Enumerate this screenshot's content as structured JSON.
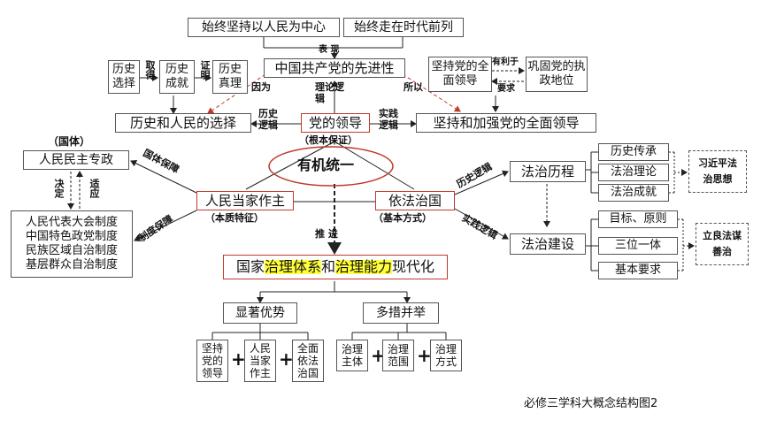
{
  "top": {
    "box1": "始终坚持以人民为中心",
    "box2": "始终走在时代前列",
    "biaoxian": "表  现",
    "advanced": "中国共产党的先进性"
  },
  "left_top": {
    "choice": "历史选择",
    "achieve": "历史成就",
    "truth": "历史真理",
    "qude": "取得",
    "zhengming": "证明",
    "yinwei": "因为",
    "history_choice": "历史和人民的选择",
    "lishi_luoji": "历史逻辑"
  },
  "right_top": {
    "leadership": "坚持党的全面领导",
    "consolidate": "巩固党的执政地位",
    "youliyu": "有利于",
    "yaoqiu": "要求",
    "suoyi": "所以",
    "uphold": "坚持和加强党的全面领导",
    "shijian_luoji": "实践逻辑"
  },
  "center": {
    "party": "党的领导",
    "party_note": "（根本保证）",
    "lilun_luoji": "理论逻辑",
    "organic": "有机统一",
    "people": "人民当家作主",
    "people_note": "（本质特征）",
    "rule": "依法治国",
    "rule_note": "（基本方式）",
    "tuijin": "推  进",
    "modern_pre": "国家",
    "modern_hl1": "治理体系",
    "modern_mid": "和",
    "modern_hl2": "治理能力",
    "modern_post": "现代化"
  },
  "left_mid": {
    "guoti": "（国体）",
    "dictatorship": "人民民主专政",
    "guoti_baozhang": "国体保障",
    "jueding": "决定",
    "shiying": "适应",
    "zhidu_baozhang": "制度保障",
    "systems": [
      "人民代表大会制度",
      "中国特色政党制度",
      "民族区域自治制度",
      "基层群众自治制度"
    ]
  },
  "right_mid": {
    "process": "法治历程",
    "items1": [
      "历史传承",
      "法治理论",
      "法治成就"
    ],
    "xi": "习近平法治思想",
    "lishi_luoji": "历史逻辑",
    "shijian_luoji": "实践逻辑",
    "build": "法治建设",
    "items2": [
      "目标、原则",
      "三位一体",
      "基本要求"
    ],
    "lifa": "立良法谋善治"
  },
  "bottom": {
    "advantage": "显著优势",
    "measures": "多措并举",
    "adv_items": [
      "坚持党的领导",
      "人民当家作主",
      "全面依法治国"
    ],
    "meas_items": [
      "治理主体",
      "治理范围",
      "治理方式"
    ],
    "plus": "+",
    "caption": "必修三学科大概念结构图2"
  }
}
